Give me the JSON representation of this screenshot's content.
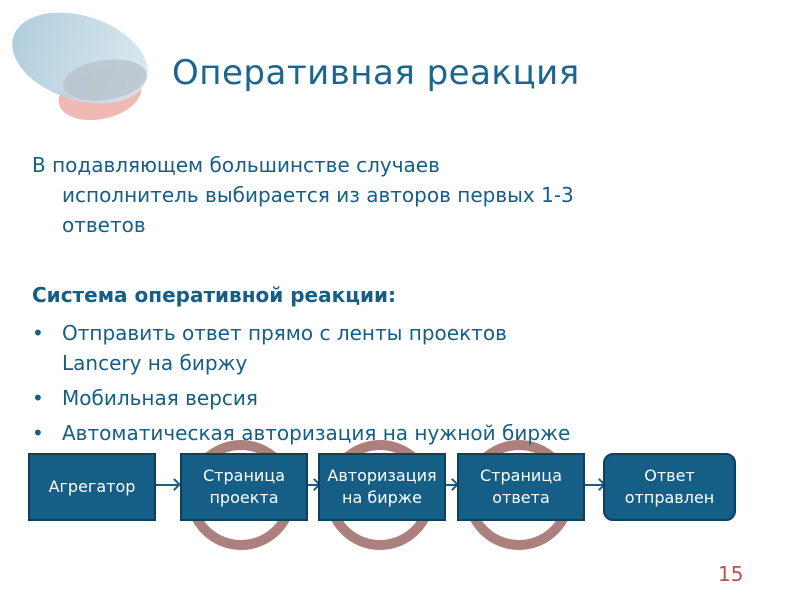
{
  "slide": {
    "title": "Оперативная реакция",
    "intro_line1": "В подавляющем большинстве случаев",
    "intro_line2": "исполнитель выбирается из авторов первых 1-3",
    "intro_line3": "ответов",
    "section_heading": "Система оперативной реакции:",
    "bullets": [
      {
        "line1": "Отправить ответ прямо с ленты проектов",
        "line2": "Lancery на биржу"
      },
      {
        "line1": "Мобильная версия"
      },
      {
        "line1": "Автоматическая авторизация на нужной бирже"
      }
    ],
    "bullet_glyph": "•",
    "flow": [
      {
        "label": "Агрегатор"
      },
      {
        "label": "Страница проекта"
      },
      {
        "label": "Авторизация на бирже"
      },
      {
        "label": "Страница ответа"
      },
      {
        "label": "Ответ отправлен"
      }
    ],
    "page_number": "15"
  },
  "colors": {
    "primary": "#155e85",
    "box_border": "#0e3f5c",
    "ring": "#9e6a66",
    "page_number": "#c0504d"
  }
}
